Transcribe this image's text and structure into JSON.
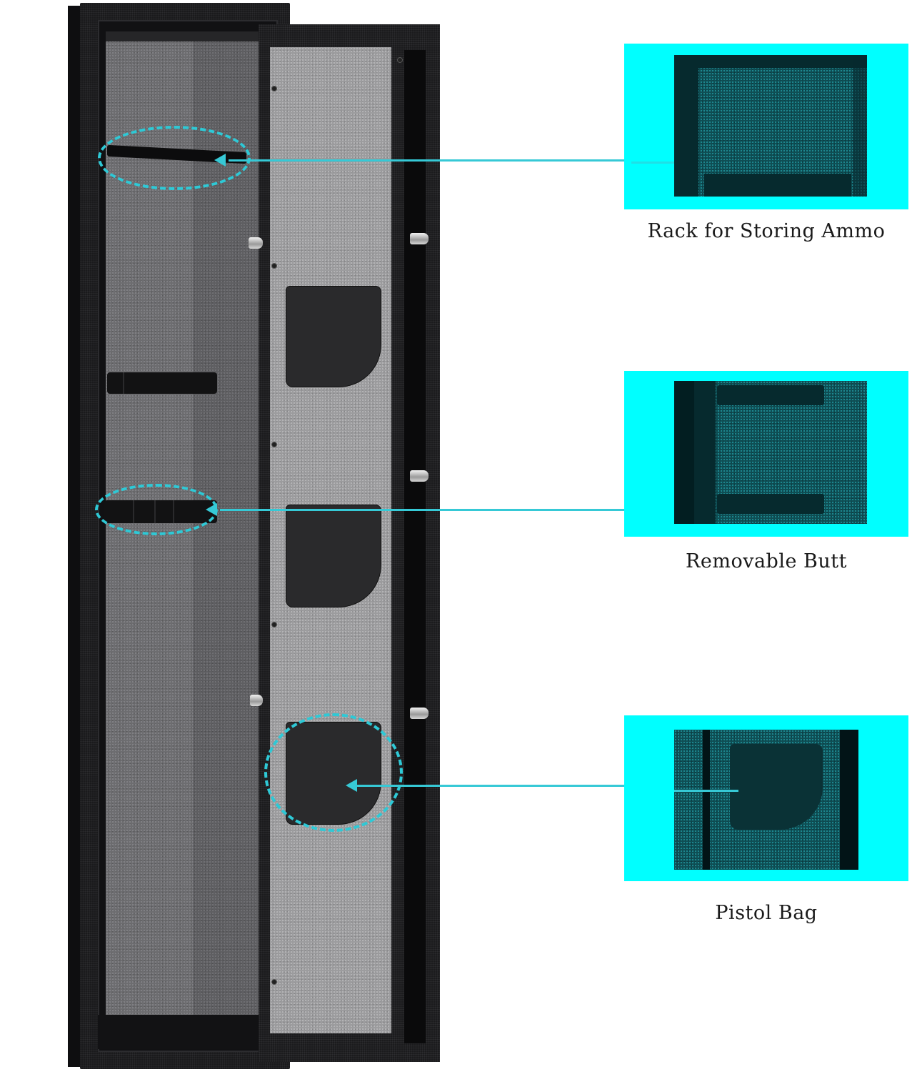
{
  "product": "Gun safe with open door, felt interior",
  "accent_color": "#00ffff",
  "annotation_color": "#2ec9d6",
  "callouts": [
    {
      "id": "ammo-rack",
      "label": "Rack for Storing Ammo",
      "icon": "ammo-rack-closeup"
    },
    {
      "id": "removable-butt",
      "label": "Removable Butt",
      "icon": "butt-rack-closeup"
    },
    {
      "id": "pistol-bag",
      "label": "Pistol Bag",
      "icon": "pistol-pouch-closeup"
    }
  ]
}
